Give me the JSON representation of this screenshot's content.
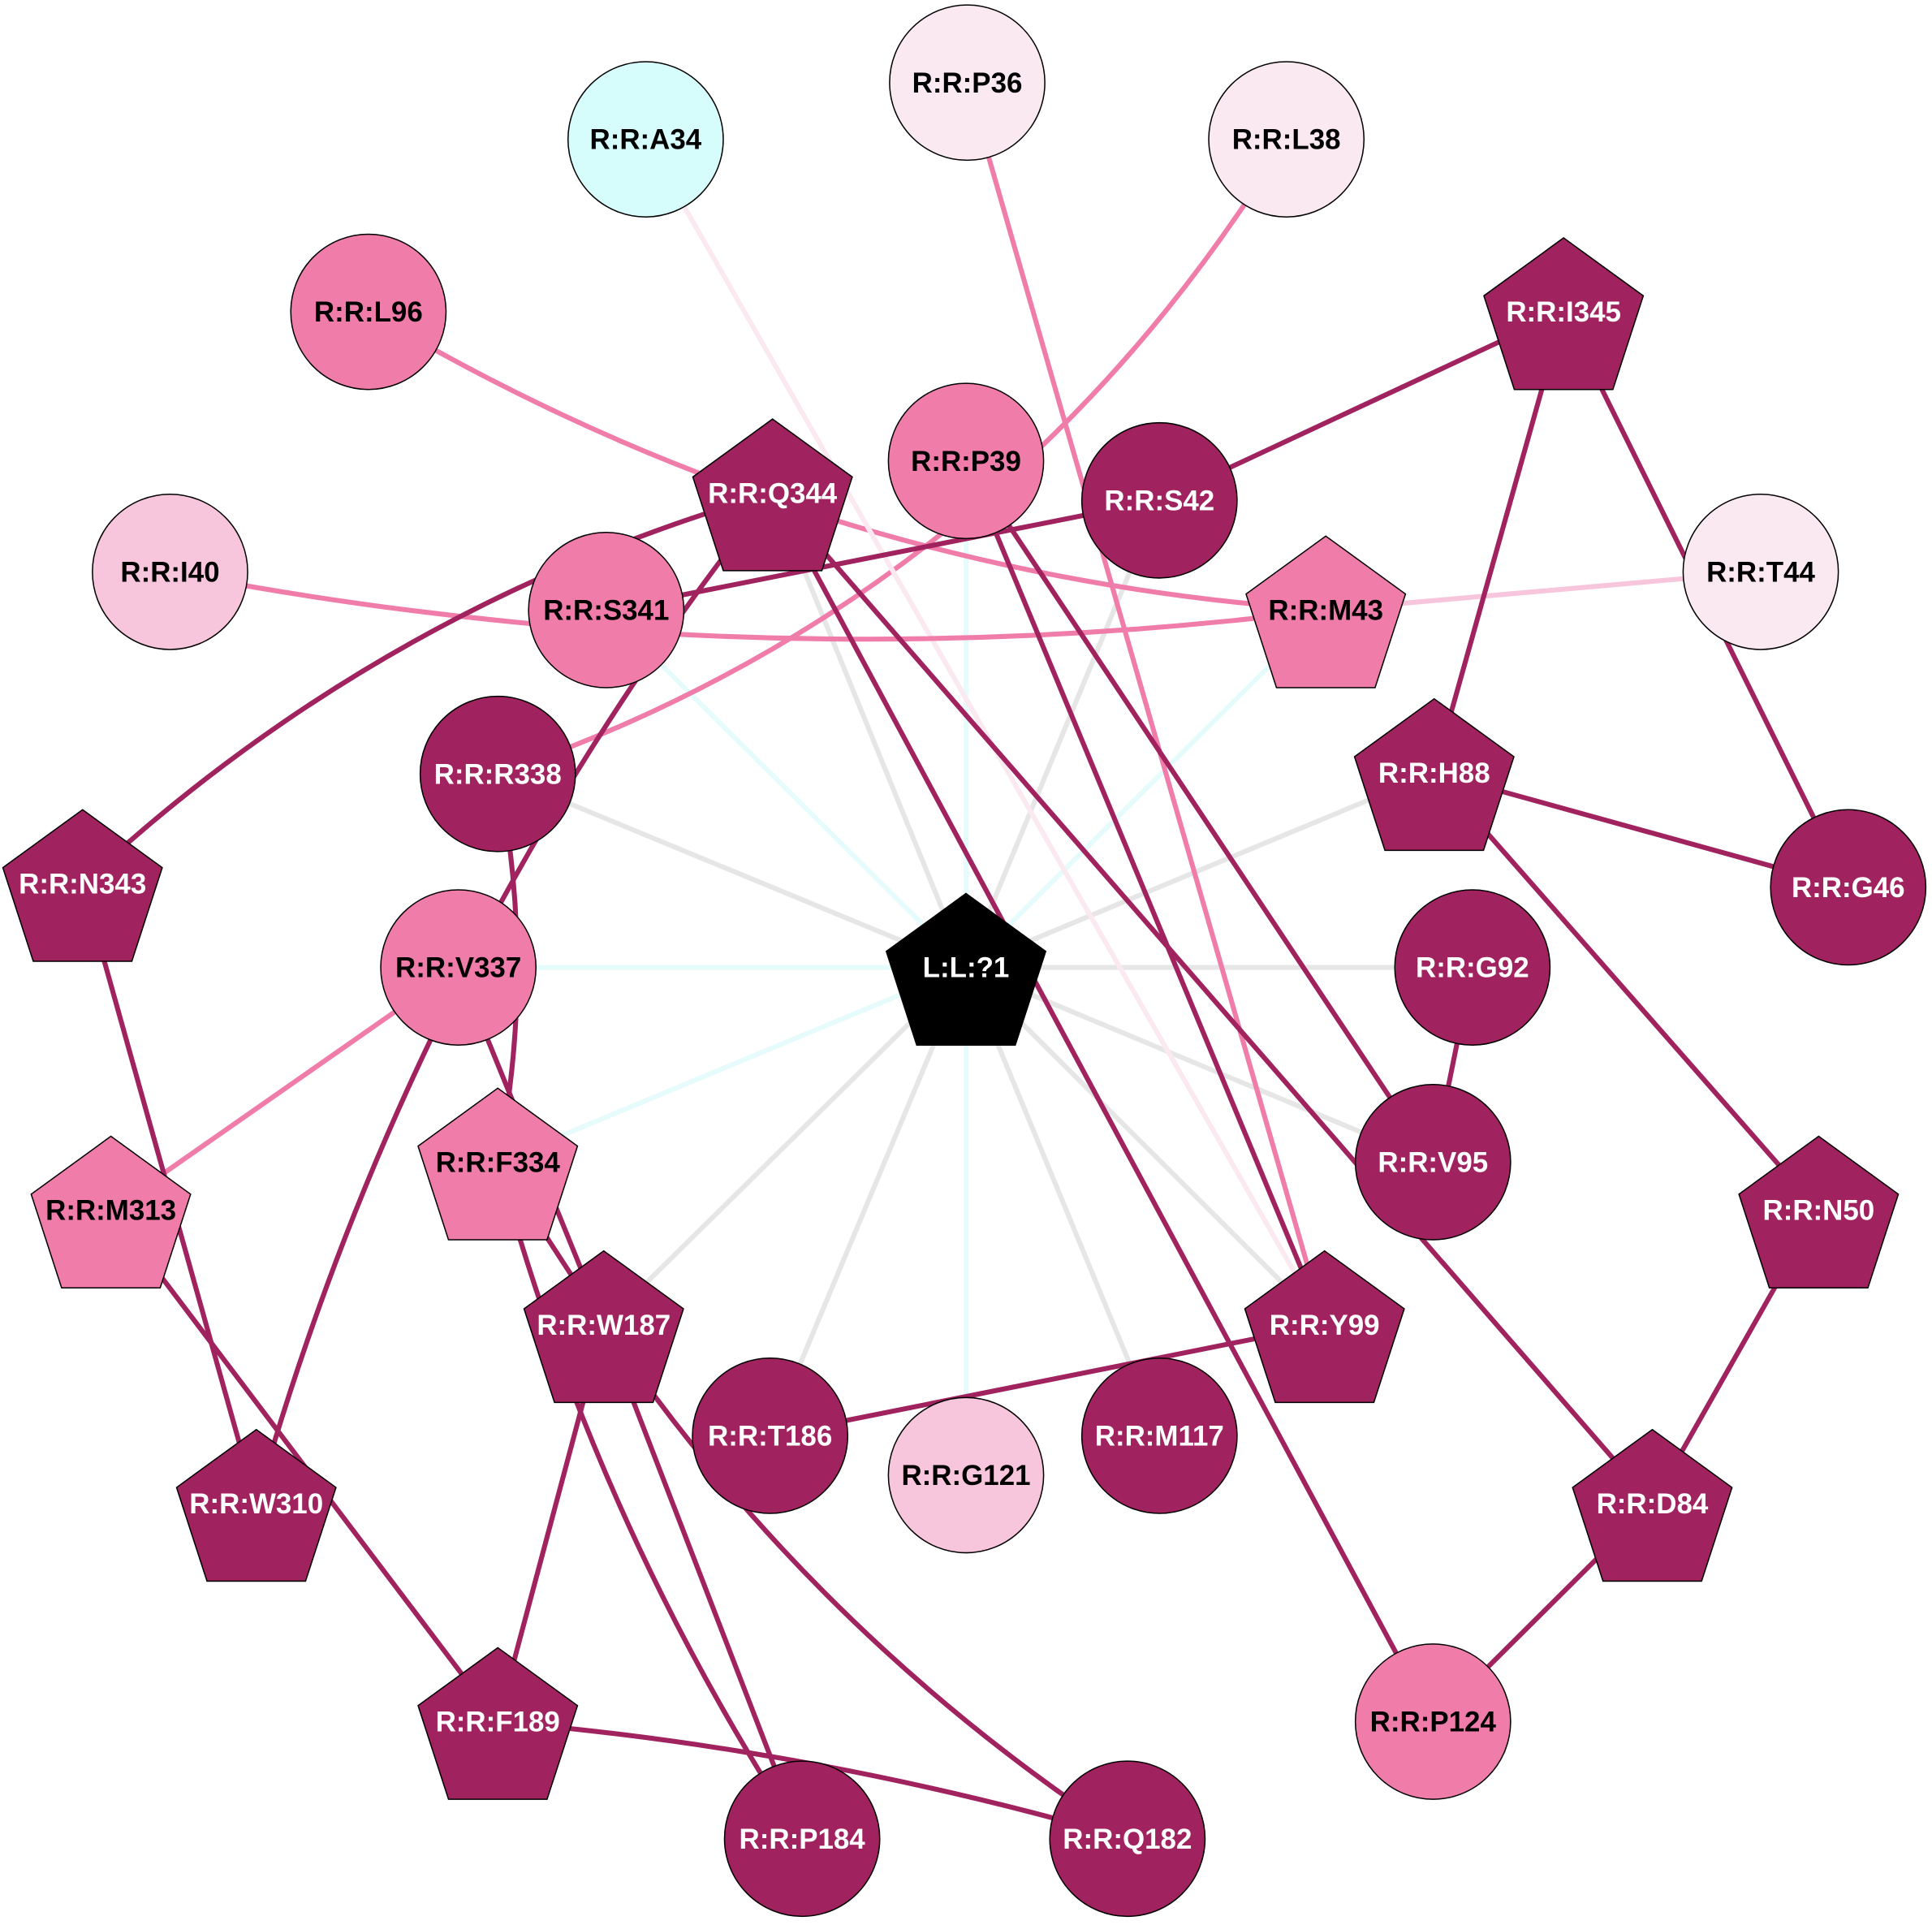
{
  "colors": {
    "dark": "#a0225e",
    "pink": "#f07caa",
    "light": "#f8c6dc",
    "pale": "#fbe9f1",
    "cyan": "#d6fcfc",
    "ligand": "#000000",
    "grey": "#e6e6e6",
    "spoke_cyan": "#e6fcfc"
  },
  "ligand": {
    "label": "L:L:?1",
    "shape": "pentagon",
    "color": "ligand"
  },
  "nodes": [
    {
      "label": "R:R:A34",
      "shape": "circle",
      "color": "cyan"
    },
    {
      "label": "R:R:P36",
      "shape": "circle",
      "color": "pale"
    },
    {
      "label": "R:R:L38",
      "shape": "circle",
      "color": "pale"
    },
    {
      "label": "R:R:L96",
      "shape": "circle",
      "color": "pink"
    },
    {
      "label": "R:R:I345",
      "shape": "pentagon",
      "color": "dark"
    },
    {
      "label": "R:R:P39",
      "shape": "circle",
      "color": "pink"
    },
    {
      "label": "R:R:S42",
      "shape": "circle",
      "color": "dark"
    },
    {
      "label": "R:R:Q344",
      "shape": "pentagon",
      "color": "dark"
    },
    {
      "label": "R:R:I40",
      "shape": "circle",
      "color": "light"
    },
    {
      "label": "R:R:T44",
      "shape": "circle",
      "color": "pale"
    },
    {
      "label": "R:R:S341",
      "shape": "circle",
      "color": "pink"
    },
    {
      "label": "R:R:M43",
      "shape": "pentagon",
      "color": "pink"
    },
    {
      "label": "R:R:R338",
      "shape": "circle",
      "color": "dark"
    },
    {
      "label": "R:R:H88",
      "shape": "pentagon",
      "color": "dark"
    },
    {
      "label": "R:R:N343",
      "shape": "pentagon",
      "color": "dark"
    },
    {
      "label": "R:R:G46",
      "shape": "circle",
      "color": "dark"
    },
    {
      "label": "R:R:V337",
      "shape": "circle",
      "color": "pink"
    },
    {
      "label": "R:R:G92",
      "shape": "circle",
      "color": "dark"
    },
    {
      "label": "R:R:F334",
      "shape": "pentagon",
      "color": "pink"
    },
    {
      "label": "R:R:V95",
      "shape": "circle",
      "color": "dark"
    },
    {
      "label": "R:R:M313",
      "shape": "pentagon",
      "color": "pink"
    },
    {
      "label": "R:R:N50",
      "shape": "pentagon",
      "color": "dark"
    },
    {
      "label": "R:R:W187",
      "shape": "pentagon",
      "color": "dark"
    },
    {
      "label": "R:R:Y99",
      "shape": "pentagon",
      "color": "dark"
    },
    {
      "label": "R:R:T186",
      "shape": "circle",
      "color": "dark"
    },
    {
      "label": "R:R:G121",
      "shape": "circle",
      "color": "light"
    },
    {
      "label": "R:R:M117",
      "shape": "circle",
      "color": "dark"
    },
    {
      "label": "R:R:W310",
      "shape": "pentagon",
      "color": "dark"
    },
    {
      "label": "R:R:D84",
      "shape": "pentagon",
      "color": "dark"
    },
    {
      "label": "R:R:F189",
      "shape": "pentagon",
      "color": "dark"
    },
    {
      "label": "R:R:P124",
      "shape": "circle",
      "color": "pink"
    },
    {
      "label": "R:R:P184",
      "shape": "circle",
      "color": "dark"
    },
    {
      "label": "R:R:Q182",
      "shape": "circle",
      "color": "dark"
    }
  ],
  "spokes": [
    [
      "R:R:Q344",
      "grey"
    ],
    [
      "R:R:R338",
      "grey"
    ],
    [
      "R:R:H88",
      "grey"
    ],
    [
      "R:R:G92",
      "grey"
    ],
    [
      "R:R:V95",
      "grey"
    ],
    [
      "R:R:W187",
      "grey"
    ],
    [
      "R:R:T186",
      "grey"
    ],
    [
      "R:R:M117",
      "grey"
    ],
    [
      "R:R:Y99",
      "grey"
    ],
    [
      "R:R:S42",
      "grey"
    ],
    [
      "R:R:P39",
      "spoke_cyan"
    ],
    [
      "R:R:G121",
      "spoke_cyan"
    ],
    [
      "R:R:M43",
      "spoke_cyan"
    ],
    [
      "R:R:F334",
      "spoke_cyan"
    ],
    [
      "R:R:V337",
      "spoke_cyan"
    ],
    [
      "R:R:S341",
      "spoke_cyan"
    ]
  ],
  "edges": [
    [
      "R:R:L96",
      "R:R:M43",
      "pink"
    ],
    [
      "R:R:L38",
      "R:R:R338",
      "pink"
    ],
    [
      "R:R:P36",
      "R:R:Y99",
      "pink"
    ],
    [
      "R:R:A34",
      "R:R:Y99",
      "pale"
    ],
    [
      "R:R:I40",
      "R:R:M43",
      "pink"
    ],
    [
      "R:R:T44",
      "R:R:M43",
      "light"
    ],
    [
      "R:R:S341",
      "R:R:S42",
      "dark"
    ],
    [
      "R:R:Q344",
      "R:R:N343",
      "dark"
    ],
    [
      "R:R:Q344",
      "R:R:W310",
      "dark"
    ],
    [
      "R:R:Q344",
      "R:R:P124",
      "dark"
    ],
    [
      "R:R:Q344",
      "R:R:D84",
      "dark"
    ],
    [
      "R:R:S42",
      "R:R:I345",
      "dark"
    ],
    [
      "R:R:I345",
      "R:R:H88",
      "dark"
    ],
    [
      "R:R:I345",
      "R:R:G46",
      "dark"
    ],
    [
      "R:R:H88",
      "R:R:G46",
      "dark"
    ],
    [
      "R:R:H88",
      "R:R:N50",
      "dark"
    ],
    [
      "R:R:N50",
      "R:R:D84",
      "dark"
    ],
    [
      "R:R:D84",
      "R:R:P124",
      "dark"
    ],
    [
      "R:R:P39",
      "R:R:Y99",
      "dark"
    ],
    [
      "R:R:P39",
      "R:R:V95",
      "dark"
    ],
    [
      "R:R:G92",
      "R:R:V95",
      "dark"
    ],
    [
      "R:R:R338",
      "R:R:F334",
      "dark"
    ],
    [
      "R:R:V337",
      "R:R:M313",
      "pink"
    ],
    [
      "R:R:V337",
      "R:R:W187",
      "dark"
    ],
    [
      "R:R:F334",
      "R:R:W187",
      "dark"
    ],
    [
      "R:R:F334",
      "R:R:P184",
      "dark"
    ],
    [
      "R:R:N343",
      "R:R:W310",
      "dark"
    ],
    [
      "R:R:M313",
      "R:R:F189",
      "dark"
    ],
    [
      "R:R:W187",
      "R:R:F189",
      "dark"
    ],
    [
      "R:R:W187",
      "R:R:P184",
      "dark"
    ],
    [
      "R:R:W187",
      "R:R:Q182",
      "dark"
    ],
    [
      "R:R:F189",
      "R:R:Q182",
      "dark"
    ],
    [
      "R:R:T186",
      "R:R:Y99",
      "dark"
    ]
  ]
}
